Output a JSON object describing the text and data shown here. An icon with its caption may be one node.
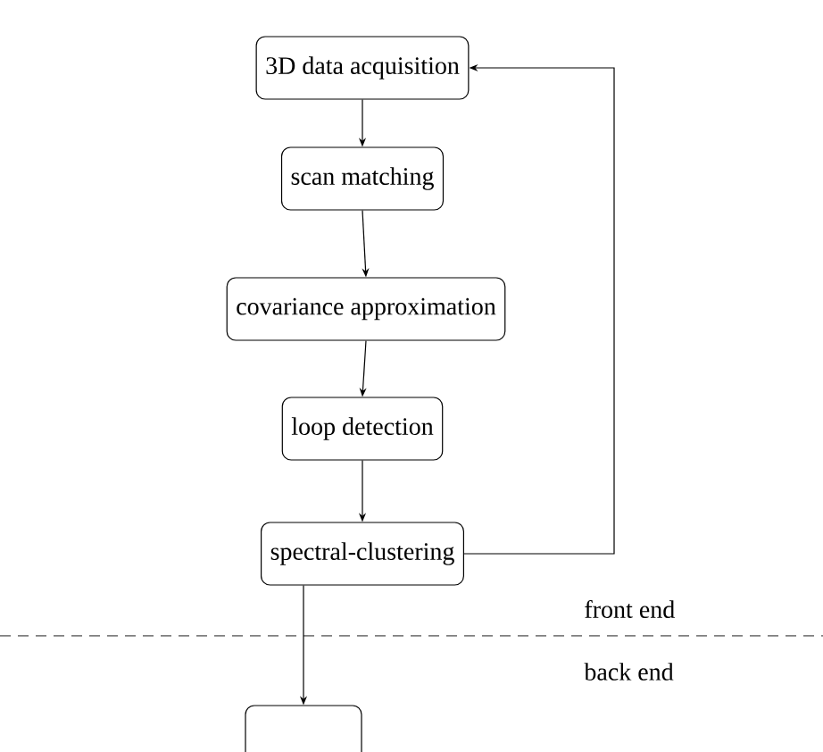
{
  "diagram": {
    "nodes": [
      {
        "text": [
          "3D data acquisition"
        ]
      },
      {
        "text": [
          "scan matching"
        ]
      },
      {
        "text": [
          "covariance approximation"
        ]
      },
      {
        "text": [
          "loop detection"
        ]
      },
      {
        "text": [
          "spectral-clustering"
        ]
      },
      {
        "text": [],
        "shape": "box"
      }
    ],
    "edges": [
      {
        "from": 0,
        "to": 1,
        "arrow": "to"
      },
      {
        "from": 1,
        "to": 2,
        "arrow": "to"
      },
      {
        "from": 2,
        "to": 3,
        "arrow": "to"
      },
      {
        "from": 3,
        "to": 4,
        "arrow": "to"
      },
      {
        "from": 4,
        "to": 0,
        "arrow": "to"
      },
      {
        "from": 4,
        "to": 5,
        "arrow": "to"
      }
    ],
    "labels": [
      "front end",
      "back end"
    ]
  }
}
